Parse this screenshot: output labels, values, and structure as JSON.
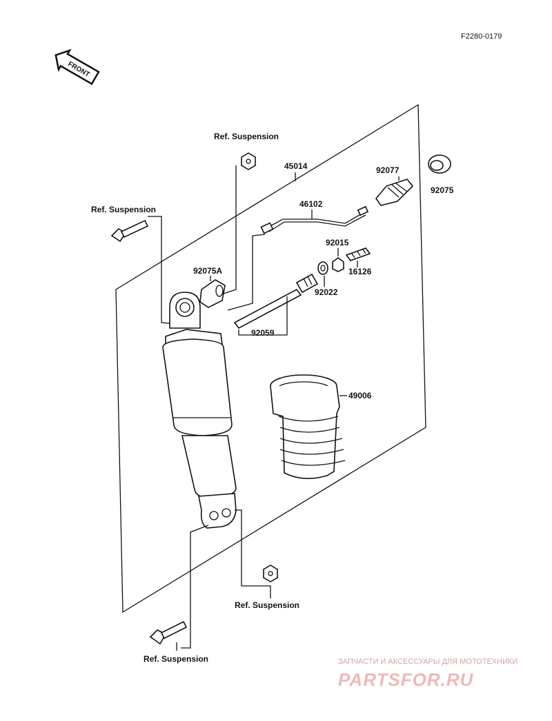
{
  "drawing_code": "F2280-0179",
  "front_label": "FRONT",
  "labels": {
    "ref_top": "Ref. Suspension",
    "ref_left": "Ref. Suspension",
    "ref_bottom_right": "Ref. Suspension",
    "ref_bottom_left": "Ref. Suspension",
    "p45014": "45014",
    "p92077": "92077",
    "p92075": "92075",
    "p46102": "46102",
    "p92015": "92015",
    "p16126": "16126",
    "p92075A": "92075A",
    "p92022": "92022",
    "p92059": "92059",
    "p49006": "49006"
  },
  "watermark": {
    "tagline": "ЗАПЧАСТИ И АКСЕССУАРЫ ДЛЯ МОТОТЕХНИКИ",
    "brand": "PARTSFOR.RU"
  }
}
